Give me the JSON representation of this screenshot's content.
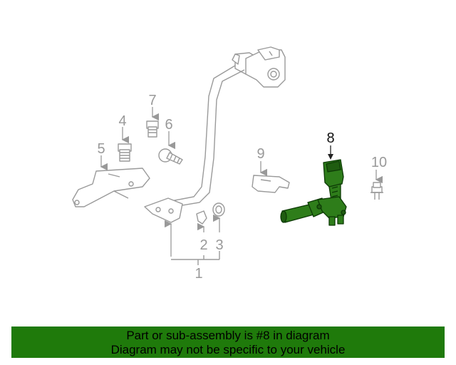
{
  "callouts": {
    "c1": "1",
    "c2": "2",
    "c3": "3",
    "c4": "4",
    "c5": "5",
    "c6": "6",
    "c7": "7",
    "c8": "8",
    "c9": "9",
    "c10": "10"
  },
  "banner": {
    "line1": "Part or sub-assembly is #8 in diagram",
    "line2": "Diagram may not be specific to your vehicle"
  },
  "colors": {
    "highlight_part": "#2e7d1a",
    "banner_background": "#1f7a0b",
    "part_outline": "#9a9a9a"
  }
}
